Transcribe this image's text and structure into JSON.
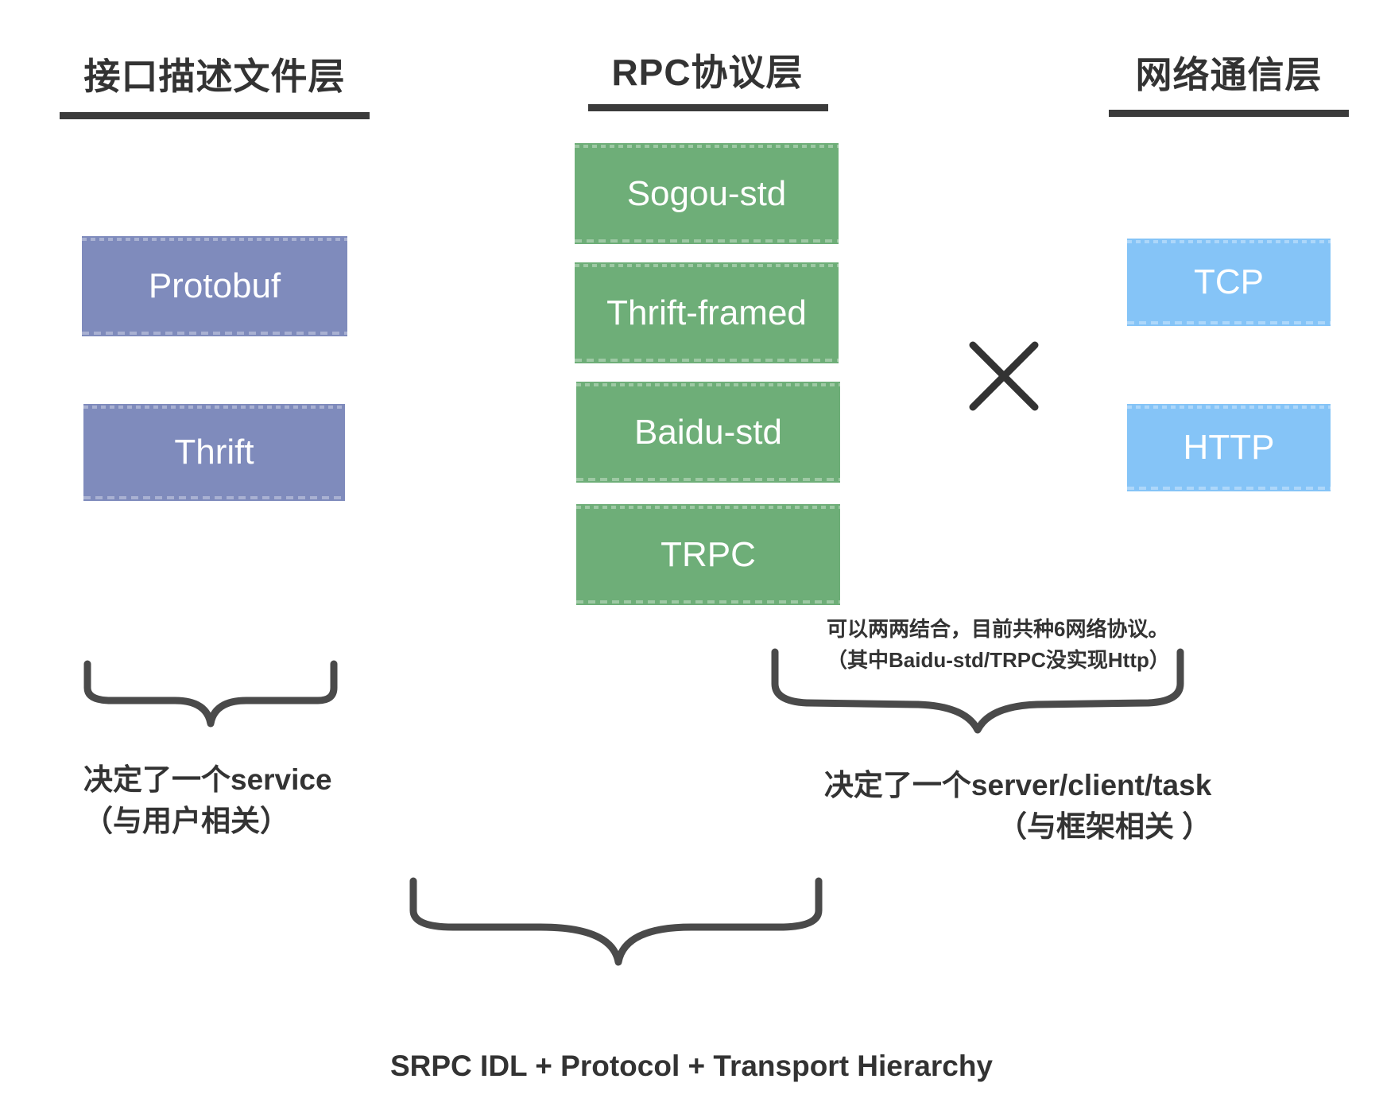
{
  "columns": {
    "idl": {
      "title": "接口描述文件层",
      "items": [
        "Protobuf",
        "Thrift"
      ]
    },
    "protocol": {
      "title": "RPC协议层",
      "items": [
        "Sogou-std",
        "Thrift-framed",
        "Baidu-std",
        "TRPC"
      ]
    },
    "network": {
      "title": "网络通信层",
      "items": [
        "TCP",
        "HTTP"
      ]
    }
  },
  "operator": "×",
  "combination_note": {
    "line1": "可以两两结合，目前共种6网络协议。",
    "line2": "（其中Baidu-std/TRPC没实现Http）"
  },
  "idl_desc": {
    "line1": "决定了一个service",
    "line2": "（与用户相关）"
  },
  "protocol_network_desc": {
    "line1": "决定了一个server/client/task",
    "line2": "（与框架相关 ）"
  },
  "caption": "SRPC IDL + Protocol + Transport Hierarchy",
  "colors": {
    "idl_box": "#7f8bbc",
    "protocol_box": "#6eae78",
    "network_box": "#85c4f7",
    "line": "#3b3b3b"
  }
}
